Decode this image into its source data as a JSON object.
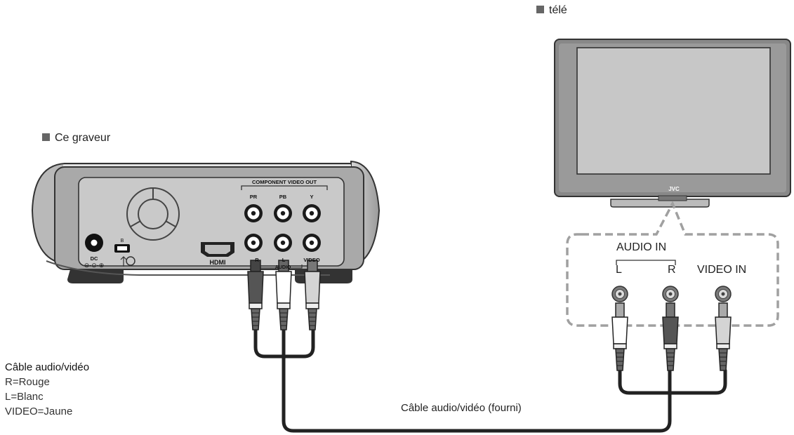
{
  "labels": {
    "tv_title": "télé",
    "recorder_title": "Ce graveur",
    "tv_brand": "JVC",
    "audio_in": "AUDIO IN",
    "l": "L",
    "r": "R",
    "video_in": "VIDEO IN",
    "cable_supplied": "Câble audio/vidéo (fourni)"
  },
  "recorder_ports": {
    "component_video_out": "COMPONENT VIDEO OUT",
    "pr": "PR",
    "pb": "PB",
    "y": "Y",
    "dc": "DC",
    "usb_b": "B",
    "hdmi": "HDMI",
    "audio": "AUDIO",
    "r": "R",
    "l": "L",
    "video": "VIDEO"
  },
  "legend": {
    "title": "Câble audio/vidéo",
    "lines": [
      "R=Rouge",
      "L=Blanc",
      "VIDEO=Jaune"
    ]
  },
  "colors": {
    "device_gray": "#b8b8b8",
    "panel_gray": "#9c9c9c",
    "screen_gray": "#c7c7c7",
    "dashed": "#a0a0a0",
    "cable": "#222222",
    "plug_dark": "#555555",
    "plug_white": "#ffffff",
    "plug_light": "#d8d8d8"
  }
}
